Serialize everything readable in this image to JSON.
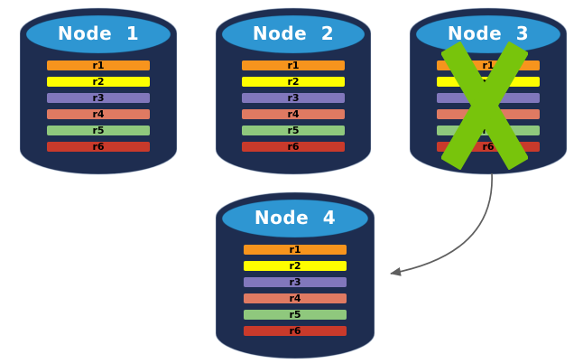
{
  "nodes": [
    {
      "title": "Node 1",
      "status": "ok",
      "replicas": [
        "r1",
        "r2",
        "r3",
        "r4",
        "r5",
        "r6"
      ]
    },
    {
      "title": "Node 2",
      "status": "ok",
      "replicas": [
        "r1",
        "r2",
        "r3",
        "r4",
        "r5",
        "r6"
      ]
    },
    {
      "title": "Node 3",
      "status": "failed",
      "replicas": [
        "r1",
        "r2",
        "r3",
        "r4",
        "r5",
        "r6"
      ]
    },
    {
      "title": "Node 4",
      "status": "ok",
      "replicas": [
        "r1",
        "r2",
        "r3",
        "r4",
        "r5",
        "r6"
      ]
    }
  ],
  "replica_colors": {
    "r1": "#F7941D",
    "r2": "#FEFE00",
    "r3": "#8177BC",
    "r4": "#DF7A62",
    "r5": "#8FC87D",
    "r6": "#C93A2B"
  },
  "colors": {
    "cylinder_body": "#1E2D50",
    "cylinder_top": "#2E96D2",
    "cylinder_edge": "#9FB0C8",
    "failure_x": "#78C40C",
    "arrow": "#5F5F5F"
  }
}
